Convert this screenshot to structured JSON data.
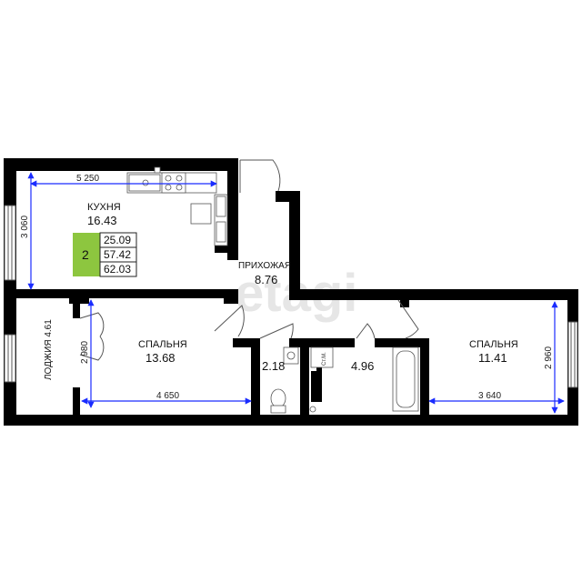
{
  "colors": {
    "wall": "#000000",
    "dimension_line": "#1a2cff",
    "room_badge": "#8dc63f",
    "thin_line": "#555555",
    "watermark": "#e6e6e6"
  },
  "watermark": "etagi",
  "badge": {
    "rooms": "2",
    "living_area": "25.09",
    "total_area_no_loggia": "57.42",
    "total_area": "62.03"
  },
  "rooms": {
    "kitchen": {
      "name": "КУХНЯ",
      "area": "16.43"
    },
    "hall": {
      "name": "ПРИХОЖАЯ",
      "area": "8.76"
    },
    "bedroom_left": {
      "name": "СПАЛЬНЯ",
      "area": "13.68"
    },
    "bedroom_right": {
      "name": "СПАЛЬНЯ",
      "area": "11.41"
    },
    "toilet": {
      "area": "2.18"
    },
    "bathroom": {
      "area": "4.96"
    },
    "loggia": {
      "label": "ЛОДЖИЯ 4.61"
    }
  },
  "fixture_labels": {
    "washer": "Ст.М."
  },
  "dimensions": {
    "kitchen_width": "5 250",
    "kitchen_depth": "3 060",
    "bedroom_left_depth": "2 980",
    "bedroom_left_width": "4 650",
    "bedroom_right_width": "3 640",
    "bedroom_right_depth": "2 960"
  },
  "icons": [
    "stove-icon",
    "sink-icon",
    "fridge-icon",
    "toilet-icon",
    "bathtub-icon",
    "washbasin-icon",
    "washing-machine-icon",
    "window-icon",
    "door-icon"
  ]
}
